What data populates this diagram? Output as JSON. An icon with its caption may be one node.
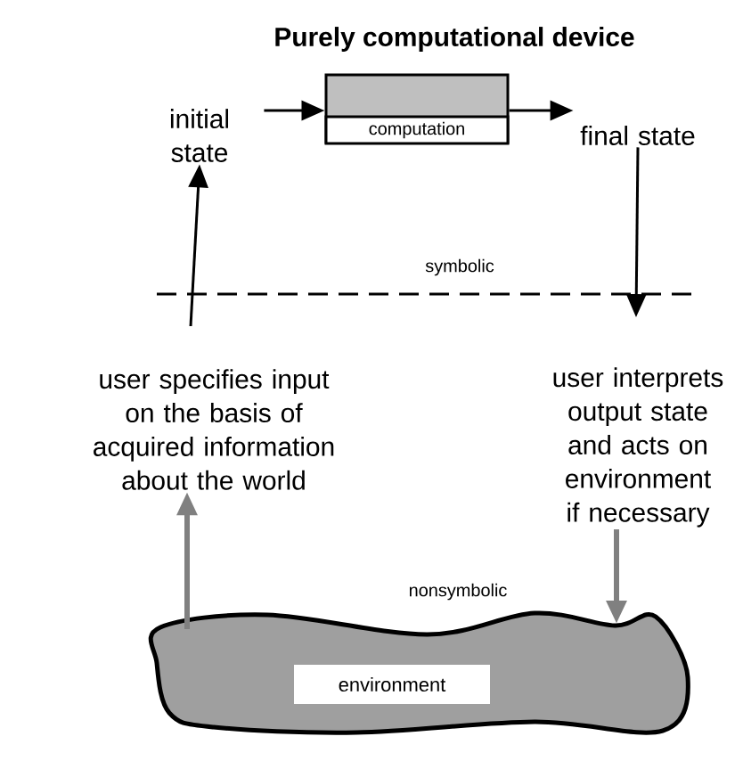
{
  "diagram": {
    "title": "Purely computational device",
    "nodes": [
      {
        "text": [
          "initial state"
        ]
      },
      {
        "text": [
          "computation"
        ]
      },
      {
        "text": [
          "final state"
        ]
      },
      {
        "text": [
          "user specifies input on the basis of acquired information about the world"
        ]
      },
      {
        "text": [
          "user interprets output state and acts on environment if necessary"
        ]
      },
      {
        "text": [
          "environment"
        ]
      }
    ],
    "edges": [
      {
        "from": null,
        "to": 0,
        "arrow": "to"
      },
      {
        "from": 0,
        "to": 1,
        "arrow": "to"
      },
      {
        "from": 1,
        "to": 2,
        "arrow": "to"
      },
      {
        "from": 2,
        "to": null,
        "arrow": "to"
      },
      {
        "from": 5,
        "to": 3,
        "arrow": "to",
        "style": "thick",
        "color": "#808080"
      },
      {
        "from": 4,
        "to": 5,
        "arrow": "to",
        "style": "thick",
        "color": "#808080"
      }
    ],
    "labels": [
      "symbolic",
      "nonsymbolic"
    ]
  }
}
